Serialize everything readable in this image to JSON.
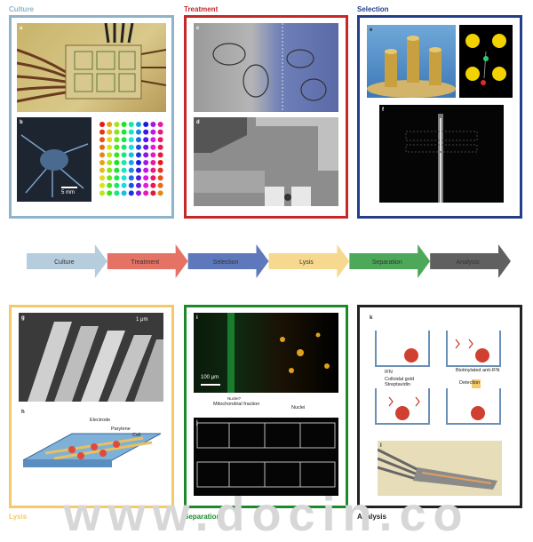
{
  "titles": {
    "culture": "Culture",
    "treatment": "Treatment",
    "selection": "Selection",
    "lysis": "Lysis",
    "separation": "Separation",
    "analysis": "Analysis"
  },
  "colors": {
    "culture": "#8fb3c9",
    "treatment": "#c62828",
    "selection": "#243f8a",
    "lysis": "#f3c96a",
    "separation": "#1b8a2b",
    "analysis": "#222222"
  },
  "flow": [
    "Culture",
    "Treatment",
    "Selection",
    "Lysis",
    "Separation",
    "Analysis"
  ],
  "flow_colors": [
    "#a9c4d8",
    "#e05a4a",
    "#4260b0",
    "#f5d27a",
    "#2e9a3c",
    "#444444"
  ],
  "labels": {
    "a": "a",
    "b": "b",
    "c": "c",
    "d": "d",
    "e": "e",
    "f": "f",
    "g": "g",
    "h": "h",
    "i": "i",
    "j": "j",
    "k": "k",
    "l": "l"
  },
  "captions": {
    "b_scale": "5 mm",
    "g_scale": "1 μm",
    "h_electrode": "Electrode",
    "h_parylene": "Parylene",
    "h_cell": "Cell",
    "i_scale": "100 μm",
    "i_mito": "Mitochondrial fraction",
    "i_mito_top": "Nuclei?",
    "i_nuclei": "Nuclei",
    "k_ifn": "IFN",
    "k_biotin": "Biotinylated anti-IFN",
    "k_colloid": "Colloidal gold Streptavidin",
    "k_detect": "Detection"
  },
  "watermark": "www.docin.co"
}
